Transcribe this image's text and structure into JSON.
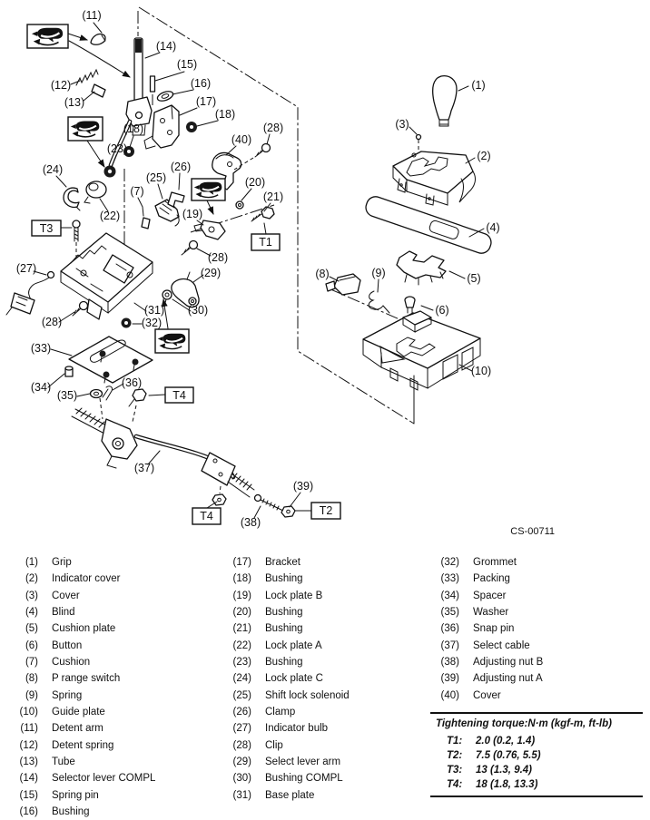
{
  "diagram": {
    "code": "CS-00711",
    "callouts": {
      "c1": "(1)",
      "c2": "(2)",
      "c3": "(3)",
      "c4": "(4)",
      "c5": "(5)",
      "c6": "(6)",
      "c7": "(7)",
      "c8": "(8)",
      "c9": "(9)",
      "c10": "(10)",
      "c11": "(11)",
      "c12": "(12)",
      "c13": "(13)",
      "c14": "(14)",
      "c15": "(15)",
      "c16": "(16)",
      "c17": "(17)",
      "c18": "(18)",
      "c19": "(19)",
      "c20": "(20)",
      "c21": "(21)",
      "c22": "(22)",
      "c23": "(23)",
      "c24": "(24)",
      "c25": "(25)",
      "c26": "(26)",
      "c27": "(27)",
      "c28": "(28)",
      "c29": "(29)",
      "c30": "(30)",
      "c31": "(31)",
      "c32": "(32)",
      "c33": "(33)",
      "c34": "(34)",
      "c35": "(35)",
      "c36": "(36)",
      "c37": "(37)",
      "c38": "(38)",
      "c39": "(39)",
      "c40": "(40)"
    },
    "torque_boxes": {
      "t1": "T1",
      "t2": "T2",
      "t3": "T3",
      "t4": "T4"
    }
  },
  "parts_list": {
    "col1": [
      {
        "num": "(1)",
        "name": "Grip"
      },
      {
        "num": "(2)",
        "name": "Indicator cover"
      },
      {
        "num": "(3)",
        "name": "Cover"
      },
      {
        "num": "(4)",
        "name": "Blind"
      },
      {
        "num": "(5)",
        "name": "Cushion plate"
      },
      {
        "num": "(6)",
        "name": "Button"
      },
      {
        "num": "(7)",
        "name": "Cushion"
      },
      {
        "num": "(8)",
        "name": "P range switch"
      },
      {
        "num": "(9)",
        "name": "Spring"
      },
      {
        "num": "(10)",
        "name": "Guide plate"
      },
      {
        "num": "(11)",
        "name": "Detent arm"
      },
      {
        "num": "(12)",
        "name": "Detent spring"
      },
      {
        "num": "(13)",
        "name": "Tube"
      },
      {
        "num": "(14)",
        "name": "Selector lever COMPL"
      },
      {
        "num": "(15)",
        "name": "Spring pin"
      },
      {
        "num": "(16)",
        "name": "Bushing"
      }
    ],
    "col2": [
      {
        "num": "(17)",
        "name": "Bracket"
      },
      {
        "num": "(18)",
        "name": "Bushing"
      },
      {
        "num": "(19)",
        "name": "Lock plate B"
      },
      {
        "num": "(20)",
        "name": "Bushing"
      },
      {
        "num": "(21)",
        "name": "Bushing"
      },
      {
        "num": "(22)",
        "name": "Lock plate A"
      },
      {
        "num": "(23)",
        "name": "Bushing"
      },
      {
        "num": "(24)",
        "name": "Lock plate C"
      },
      {
        "num": "(25)",
        "name": "Shift lock solenoid"
      },
      {
        "num": "(26)",
        "name": "Clamp"
      },
      {
        "num": "(27)",
        "name": "Indicator bulb"
      },
      {
        "num": "(28)",
        "name": "Clip"
      },
      {
        "num": "(29)",
        "name": "Select lever arm"
      },
      {
        "num": "(30)",
        "name": "Bushing COMPL"
      },
      {
        "num": "(31)",
        "name": "Base plate"
      }
    ],
    "col3": [
      {
        "num": "(32)",
        "name": "Grommet"
      },
      {
        "num": "(33)",
        "name": "Packing"
      },
      {
        "num": "(34)",
        "name": "Spacer"
      },
      {
        "num": "(35)",
        "name": "Washer"
      },
      {
        "num": "(36)",
        "name": "Snap pin"
      },
      {
        "num": "(37)",
        "name": "Select cable"
      },
      {
        "num": "(38)",
        "name": "Adjusting nut B"
      },
      {
        "num": "(39)",
        "name": "Adjusting nut A"
      },
      {
        "num": "(40)",
        "name": "Cover"
      }
    ]
  },
  "torque_table": {
    "title": "Tightening torque:N·m (kgf-m, ft-lb)",
    "rows": [
      {
        "label": "T1:",
        "value": "2.0 (0.2, 1.4)"
      },
      {
        "label": "T2:",
        "value": "7.5 (0.76, 5.5)"
      },
      {
        "label": "T3:",
        "value": "13 (1.3, 9.4)"
      },
      {
        "label": "T4:",
        "value": "18 (1.8, 13.3)"
      }
    ]
  }
}
